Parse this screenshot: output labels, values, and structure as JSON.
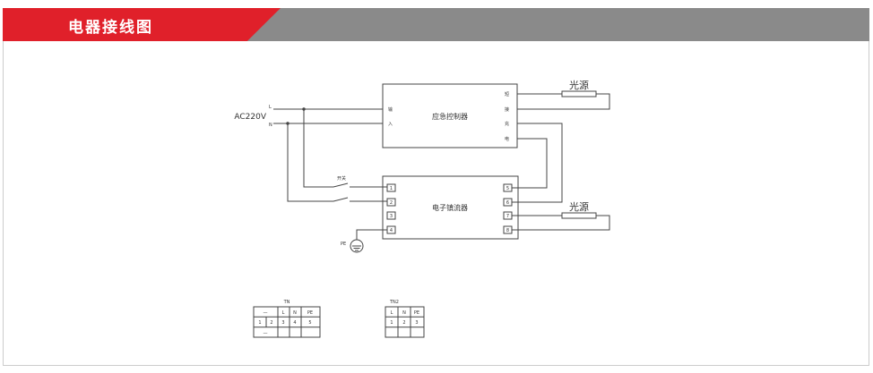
{
  "header": {
    "title": "电器接线图"
  },
  "diagram": {
    "supply": "AC220V",
    "supply_l": "L",
    "supply_n": "N",
    "controller": {
      "name": "应急控制器",
      "left": [
        "输",
        "入"
      ],
      "right": [
        "短",
        "接",
        "充",
        "电"
      ]
    },
    "ballast": {
      "name": "电子镇流器",
      "left": [
        "1",
        "2",
        "3",
        "4"
      ],
      "right": [
        "5",
        "6",
        "7",
        "8"
      ]
    },
    "switch": "开关",
    "pe": "PE",
    "light1": "光源",
    "light2": "光源"
  },
  "tables": [
    {
      "title": "TN",
      "rows": [
        [
          "—",
          "L",
          "N",
          "PE"
        ],
        [
          "1",
          "2",
          "3",
          "4",
          "5"
        ],
        [
          "—",
          "",
          "",
          "",
          ""
        ]
      ]
    },
    {
      "title": "TN2",
      "rows": [
        [
          "L",
          "N",
          "PE"
        ],
        [
          "1",
          "2",
          "3"
        ],
        [
          "",
          "",
          ""
        ]
      ]
    }
  ]
}
